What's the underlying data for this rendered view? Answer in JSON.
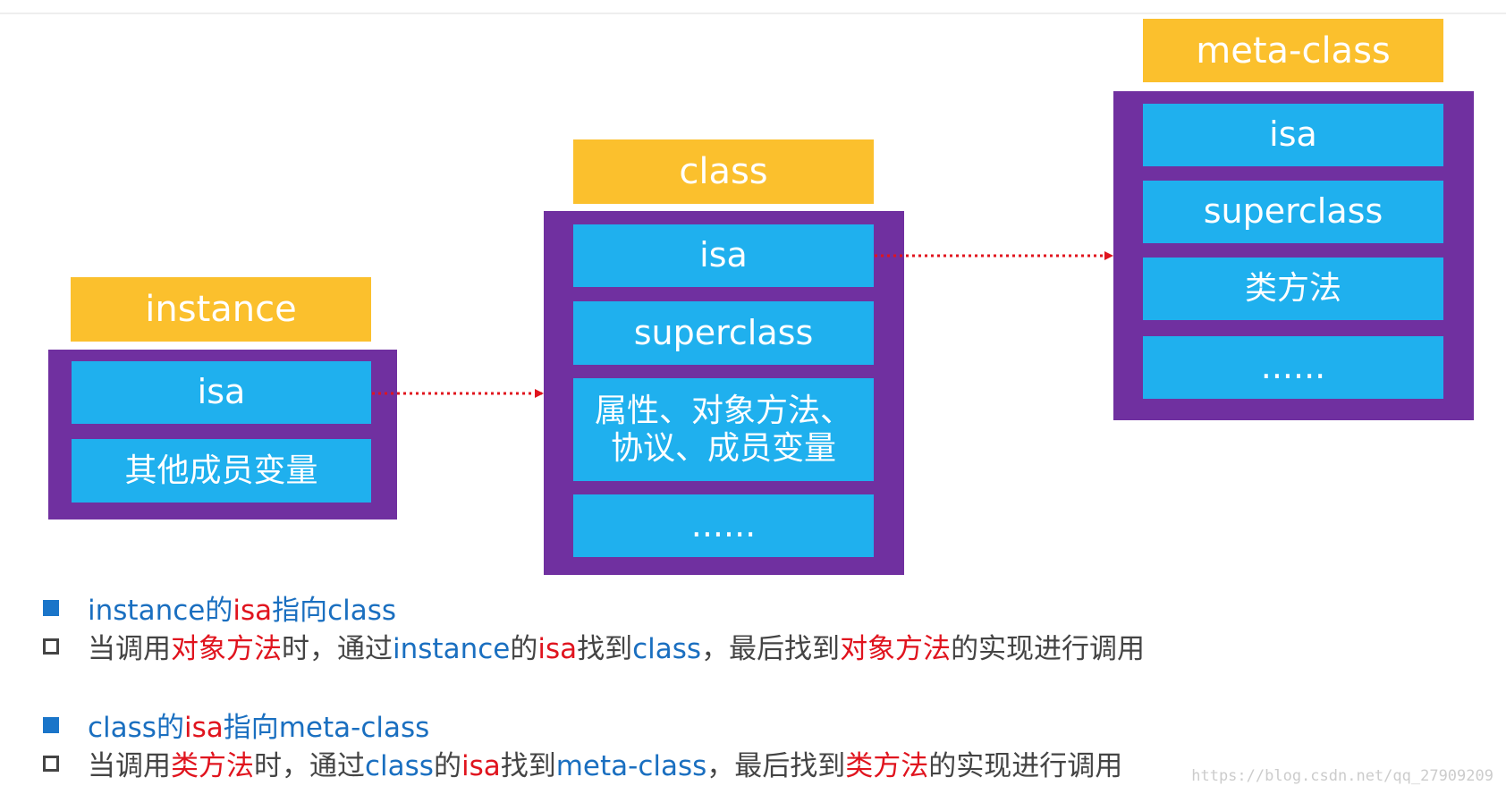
{
  "instance": {
    "title": "instance",
    "rows": [
      "isa",
      "其他成员变量"
    ]
  },
  "class": {
    "title": "class",
    "rows": [
      "isa",
      "superclass",
      "属性、对象方法、",
      "协议、成员变量",
      "......"
    ]
  },
  "metaclass": {
    "title": "meta-class",
    "rows": [
      "isa",
      "superclass",
      "类方法",
      "......"
    ]
  },
  "notes": {
    "n1": {
      "a": "instance",
      "b": "的",
      "c": "isa",
      "d": "指向",
      "e": "class"
    },
    "n2": {
      "a": "当调用",
      "b": "对象方法",
      "c": "时，通过",
      "d": "instance",
      "e": "的",
      "f": "isa",
      "g": "找到",
      "h": "class",
      "i": "，最后找到",
      "j": "对象方法",
      "k": "的实现进行调用"
    },
    "n3": {
      "a": "class",
      "b": "的",
      "c": "isa",
      "d": "指向",
      "e": "meta-class"
    },
    "n4": {
      "a": "当调用",
      "b": "类方法",
      "c": "时，通过",
      "d": "class",
      "e": "的",
      "f": "isa",
      "g": "找到",
      "h": "meta-class",
      "i": "，最后找到",
      "j": "类方法",
      "k": "的实现进行调用"
    }
  },
  "watermark": "https://blog.csdn.net/qq_27909209",
  "colors": {
    "title": "#fbc02d",
    "frame": "#7030a0",
    "cell": "#1fb0ee",
    "arrow": "#e0141e",
    "keyword_blue": "#1a6fc0",
    "keyword_red": "#e0141e"
  }
}
